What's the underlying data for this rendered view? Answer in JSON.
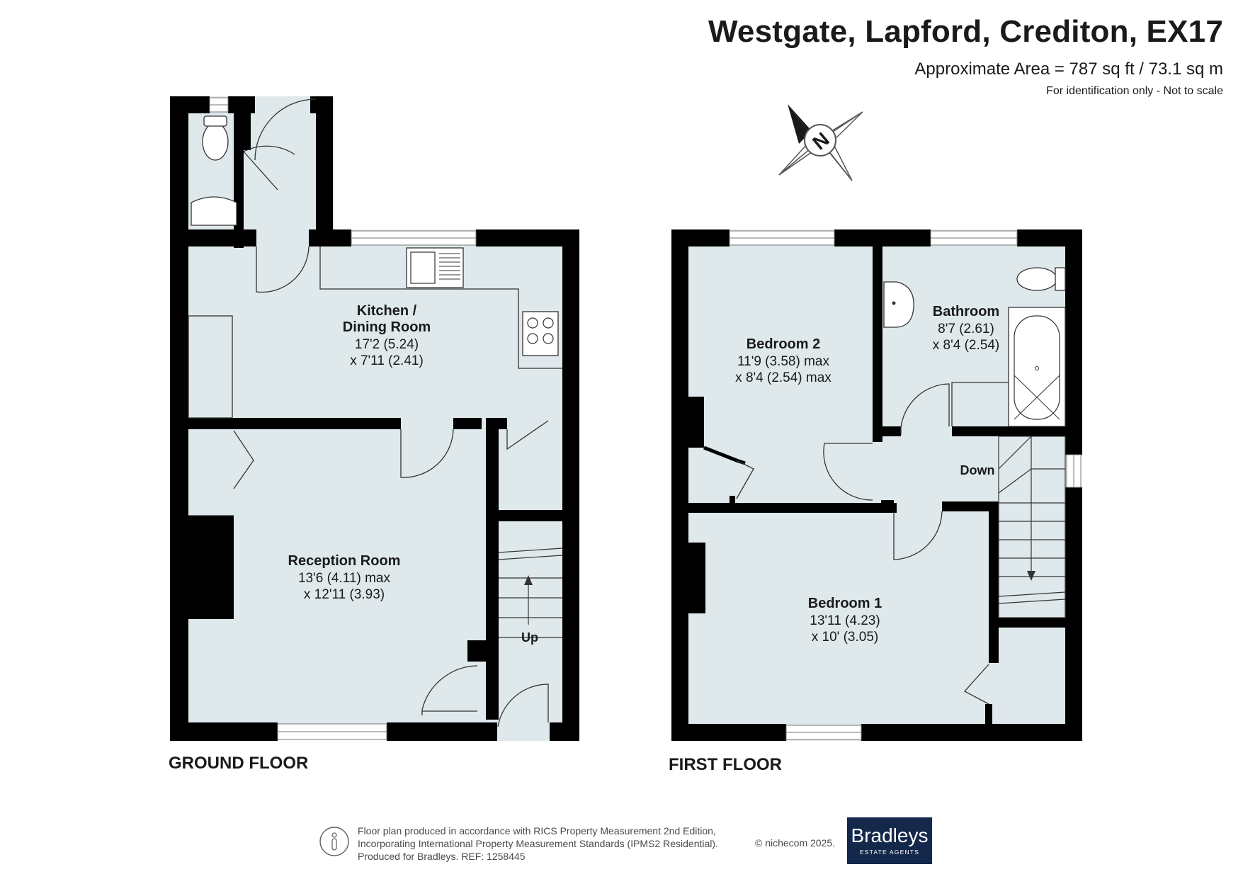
{
  "header": {
    "title": "Westgate, Lapford, Crediton, EX17",
    "area": "Approximate Area = 787 sq ft / 73.1 sq m",
    "note": "For identification only - Not to scale"
  },
  "compass": {
    "letter": "N"
  },
  "ground_floor": {
    "label": "GROUND FLOOR",
    "kitchen": {
      "name_line1": "Kitchen /",
      "name_line2": "Dining Room",
      "dim1": "17'2 (5.24)",
      "dim2": "x 7'11 (2.41)"
    },
    "reception": {
      "name": "Reception Room",
      "dim1": "13'6 (4.11) max",
      "dim2": "x 12'11 (3.93)"
    },
    "stairs_label": "Up"
  },
  "first_floor": {
    "label": "FIRST FLOOR",
    "bedroom2": {
      "name": "Bedroom 2",
      "dim1": "11'9 (3.58) max",
      "dim2": "x 8'4 (2.54) max"
    },
    "bathroom": {
      "name": "Bathroom",
      "dim1": "8'7 (2.61)",
      "dim2": "x 8'4 (2.54)"
    },
    "bedroom1": {
      "name": "Bedroom 1",
      "dim1": "13'11 (4.23)",
      "dim2": "x 10' (3.05)"
    },
    "stairs_label": "Down"
  },
  "footer": {
    "line1": "Floor plan produced in accordance with RICS Property Measurement 2nd Edition,",
    "line2": "Incorporating International Property Measurement Standards (IPMS2 Residential).",
    "line3": "Produced for Bradleys.   REF: 1258445",
    "copyright": "© nichecom 2025."
  },
  "logo": {
    "name": "Bradleys",
    "sub": "ESTATE AGENTS"
  },
  "colors": {
    "wall": "#000000",
    "floor": "#dfe9ec",
    "logo_bg": "#14284b"
  }
}
